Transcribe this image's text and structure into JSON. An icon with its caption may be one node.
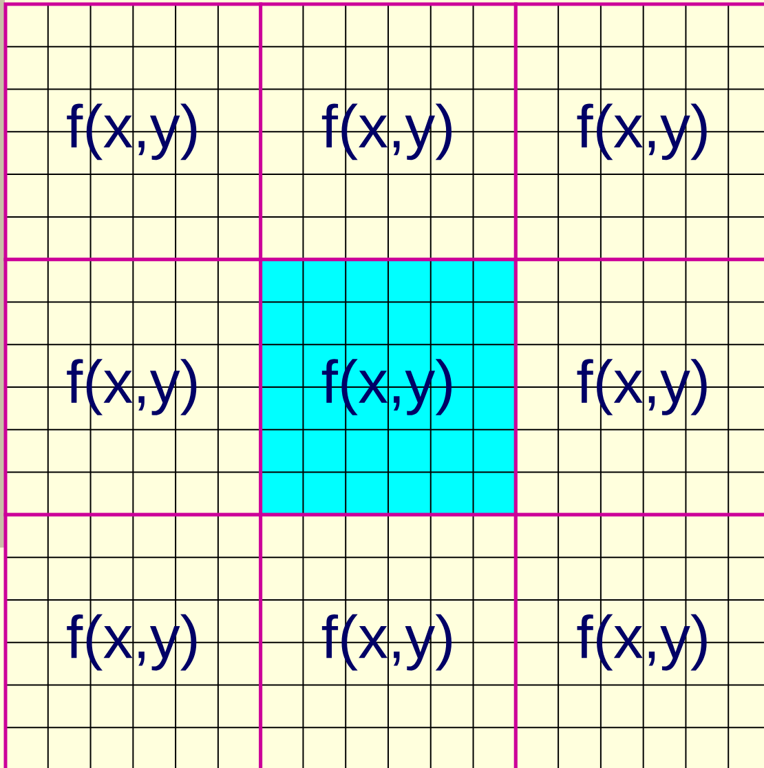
{
  "diagram": {
    "nodes": [
      {
        "text": [
          "f(x,y)"
        ]
      },
      {
        "text": [
          "f(x,y)"
        ]
      },
      {
        "text": [
          "f(x,y)"
        ]
      },
      {
        "text": [
          "f(x,y)"
        ]
      },
      {
        "text": [
          "f(x,y)"
        ]
      },
      {
        "text": [
          "f(x,y)"
        ]
      },
      {
        "text": [
          "f(x,y)"
        ]
      },
      {
        "text": [
          "f(x,y)"
        ]
      },
      {
        "text": [
          "f(x,y)"
        ]
      }
    ]
  }
}
